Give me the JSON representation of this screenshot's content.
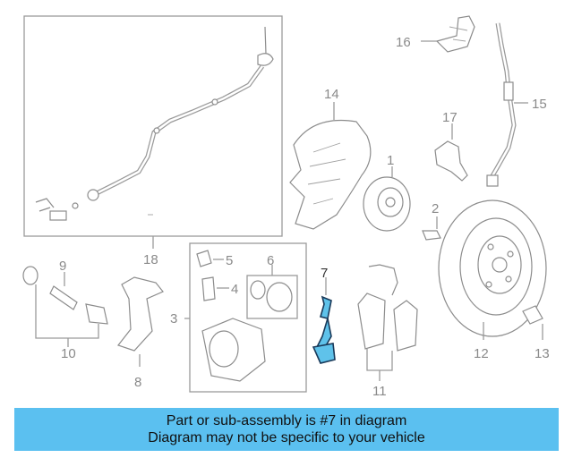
{
  "callouts": {
    "c1": "1",
    "c2": "2",
    "c3": "3",
    "c4": "4",
    "c5": "5",
    "c6": "6",
    "c7": "7",
    "c8": "8",
    "c9": "9",
    "c10": "10",
    "c11": "11",
    "c12": "12",
    "c13": "13",
    "c14": "14",
    "c15": "15",
    "c16": "16",
    "c17": "17",
    "c18": "18"
  },
  "highlighted_part": "7",
  "colors": {
    "highlight_fill": "#5fc2ea",
    "banner": "#5bc0f0",
    "lines": "#9a9a9a"
  },
  "banner": {
    "line1": "Part or sub-assembly is #7 in diagram",
    "line2": "Diagram may not be specific to your vehicle"
  }
}
